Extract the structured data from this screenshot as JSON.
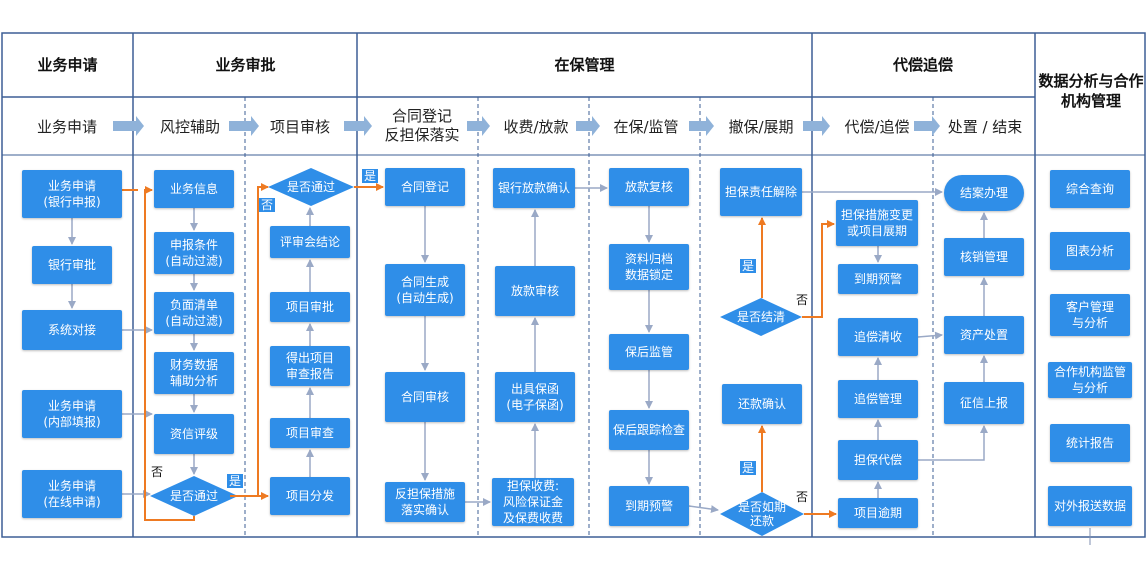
{
  "colors": {
    "box": "#2f8ee8",
    "orange": "#ee7a22",
    "connector": "#9aa9c6",
    "grid": "#3d5f95"
  },
  "columns": {
    "c1": "业务申请",
    "c2": "业务审批",
    "c3": "在保管理",
    "c4": "代偿追偿",
    "c5": "数据分析与合作机构管理"
  },
  "stages": {
    "s1": "业务申请",
    "s2": "风控辅助",
    "s3": "项目审核",
    "s4": "合同登记\n反担保落实",
    "s5": "收费/放款",
    "s6": "在保/监管",
    "s7": "撤保/展期",
    "s8": "代偿/追偿",
    "s9": "处置 / 结束"
  },
  "nodes": {
    "n1": "业务申请\n(银行申报)",
    "n2": "银行审批",
    "n3": "系统对接",
    "n4": "业务申请\n(内部填报)",
    "n5": "业务申请\n(在线申请)",
    "n6": "业务信息",
    "n7": "申报条件\n(自动过滤)",
    "n8": "负面清单\n(自动过滤)",
    "n9": "财务数据\n辅助分析",
    "n10": "资信评级",
    "n11": "是否通过",
    "n12": "是否通过",
    "n13": "评审会结论",
    "n14": "项目审批",
    "n15": "得出项目\n审查报告",
    "n16": "项目审查",
    "n17": "项目分发",
    "n18": "合同登记",
    "n19": "合同生成\n(自动生成)",
    "n20": "合同审核",
    "n21": "反担保措施\n落实确认",
    "n22": "银行放款确认",
    "n23": "放款审核",
    "n24": "出具保函\n(电子保函)",
    "n25": "担保收费:\n风险保证金\n及保费收费",
    "n26": "放款复核",
    "n27": "资料归档\n数据锁定",
    "n28": "保后监管",
    "n29": "保后跟踪检查",
    "n30": "到期预警",
    "n31": "担保责任解除",
    "n32": "是否结清",
    "n33": "还款确认",
    "n34": "是否如期\n还款",
    "n35": "担保措施变更\n或项目展期",
    "n36": "到期预警",
    "n37": "追偿清收",
    "n38": "追偿管理",
    "n39": "担保代偿",
    "n40": "项目逾期",
    "n41": "结案办理",
    "n42": "核销管理",
    "n43": "资产处置",
    "n44": "征信上报",
    "n45": "综合查询",
    "n46": "图表分析",
    "n47": "客户管理\n与分析",
    "n48": "合作机构监管\n与分析",
    "n49": "统计报告",
    "n50": "对外报送数据"
  },
  "labels": {
    "yes": "是",
    "no": "否"
  }
}
